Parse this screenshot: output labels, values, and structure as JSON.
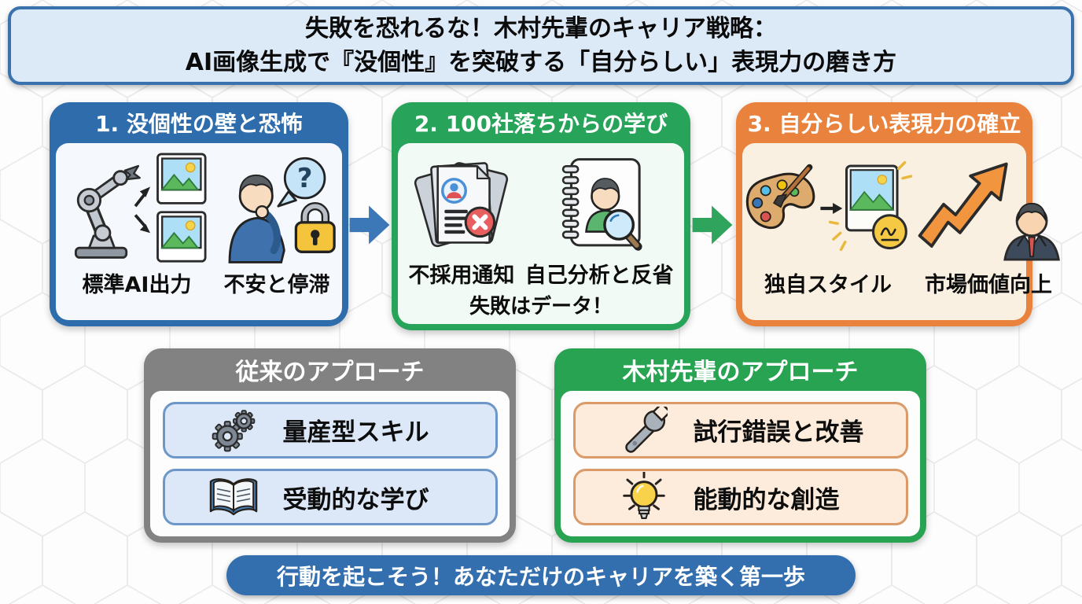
{
  "title": {
    "line1": "失敗を恐れるな！木村先輩のキャリア戦略：",
    "line2": "AI画像生成で『没個性』を突破する「自分らしい」表現力の磨き方"
  },
  "steps": [
    {
      "header": "1. 没個性の壁と恐怖",
      "accent_color": "#2e6cac",
      "items": [
        {
          "label": "標準AI出力",
          "icon": "robot-arm-to-images-icon"
        },
        {
          "label": "不安と停滞",
          "icon": "worried-person-lock-icon"
        }
      ]
    },
    {
      "header": "2. 100社落ちからの学び",
      "accent_color": "#28a35a",
      "items": [
        {
          "label": "不採用通知",
          "icon": "rejection-letters-icon"
        },
        {
          "label": "自己分析と反省",
          "icon": "self-analysis-notebook-icon"
        }
      ],
      "note": "失敗はデータ！"
    },
    {
      "header": "3. 自分らしい表現力の確立",
      "accent_color": "#e8823c",
      "items": [
        {
          "label": "独自スタイル",
          "icon": "palette-to-signed-image-icon"
        },
        {
          "label": "市場価値向上",
          "icon": "growth-arrow-person-icon"
        }
      ]
    }
  ],
  "comparison": {
    "left": {
      "header": "従来のアプローチ",
      "accent_color": "#828282",
      "items": [
        {
          "label": "量産型スキル",
          "icon": "gears-icon"
        },
        {
          "label": "受動的な学び",
          "icon": "open-book-icon"
        }
      ]
    },
    "right": {
      "header": "木村先輩のアプローチ",
      "accent_color": "#27a352",
      "items": [
        {
          "label": "試行錯誤と改善",
          "icon": "wrench-icon"
        },
        {
          "label": "能動的な創造",
          "icon": "lightbulb-icon"
        }
      ]
    }
  },
  "footer": {
    "label": "行動を起こそう！あなただけのキャリアを築く第一歩"
  },
  "palette": {
    "title_bg": "#dce9f7",
    "title_border": "#3a72ad",
    "step1_blue": "#2e6cac",
    "step2_green": "#28a35a",
    "step3_orange": "#e8823c",
    "gray_header": "#828282",
    "green_header": "#27a352",
    "footer_blue": "#336fae",
    "arrow_blue": "#3c78b8",
    "arrow_green": "#2fa45c"
  }
}
